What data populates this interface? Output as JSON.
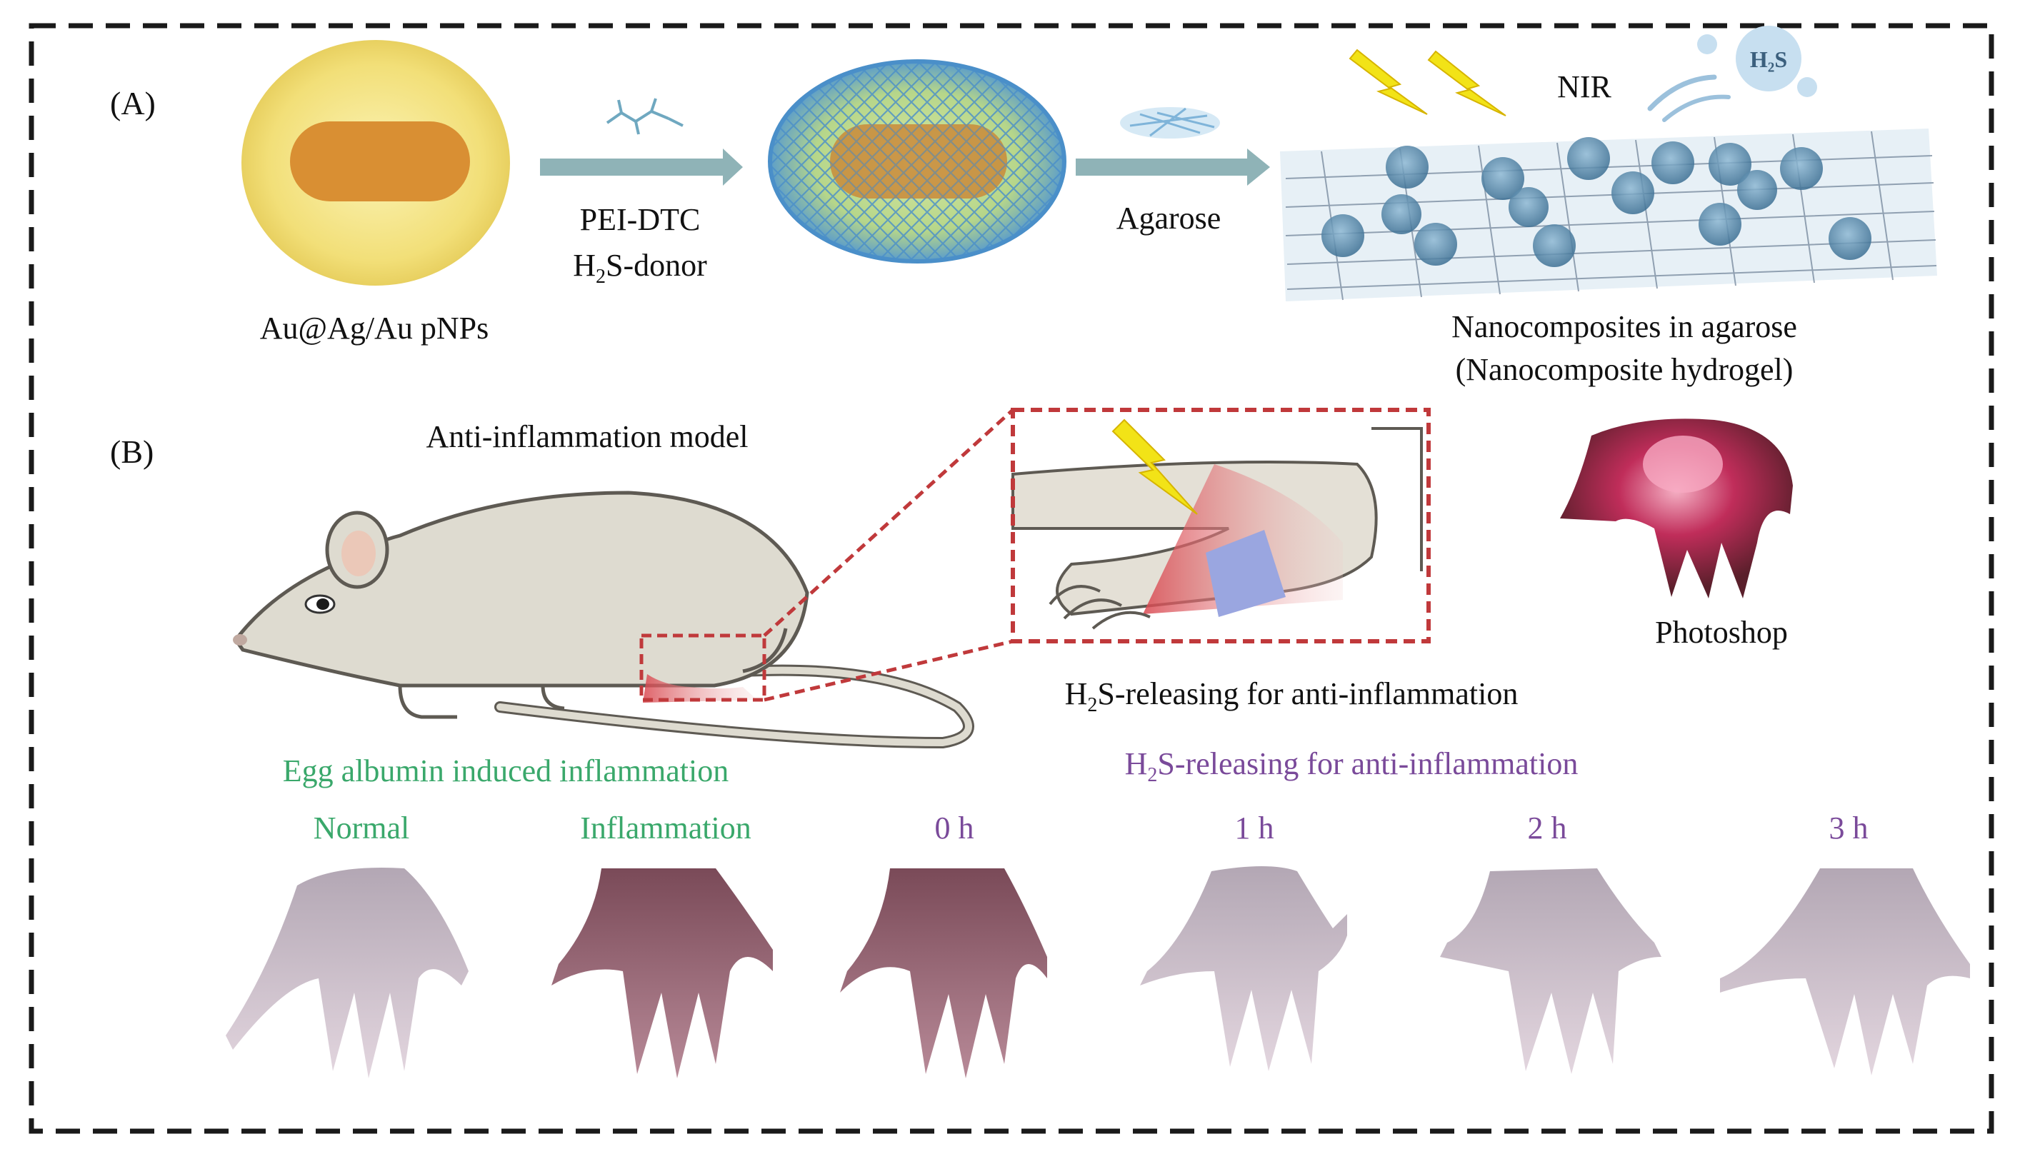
{
  "panel_a": {
    "label": "(A)",
    "particle_label": "Au@Ag/Au pNPs",
    "step1_line1": "PEI-DTC",
    "step1_line2_pre": "H",
    "step1_line2_sub": "2",
    "step1_line2_post": "S-donor",
    "step2": "Agarose",
    "nir": "NIR",
    "h2s_bubble": "H₂S",
    "hydrogel_line1": "Nanocomposites in agarose",
    "hydrogel_line2": "(Nanocomposite hydrogel)"
  },
  "panel_b": {
    "label": "(B)",
    "model_title": "Anti-inflammation model",
    "inset_caption_pre": "H",
    "inset_caption_sub": "2",
    "inset_caption_post": "S-releasing for anti-inflammation",
    "photo_caption": "Photoshop",
    "group_green": "Egg albumin induced inflammation",
    "group_purple_pre": "H",
    "group_purple_sub": "2",
    "group_purple_post": "S-releasing for anti-inflammation",
    "paws": [
      {
        "label": "Normal",
        "color": "green"
      },
      {
        "label": "Inflammation",
        "color": "green"
      },
      {
        "label": "0 h",
        "color": "purple"
      },
      {
        "label": "1 h",
        "color": "purple"
      },
      {
        "label": "2 h",
        "color": "purple"
      },
      {
        "label": "3 h",
        "color": "purple"
      }
    ]
  },
  "colors": {
    "green": "#3aa86b",
    "purple": "#7a4a9a",
    "arrow": "#8fb3b7",
    "dash_red": "#c0393b",
    "particle_halo": "#f3e58c",
    "particle_core": "#d98f33",
    "shell_blue": "#4a8fc9",
    "inflamed_red": "#d9474f",
    "patch_blue": "#9aa6e0",
    "bolt": "#f2e317"
  }
}
